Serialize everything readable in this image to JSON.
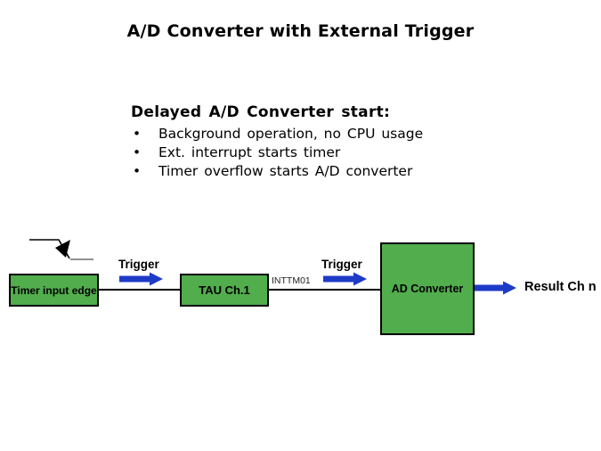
{
  "title": "A/D Converter with External Trigger",
  "info": {
    "heading": "Delayed A/D Converter start:",
    "bullets": [
      "Background operation, no CPU usage",
      "Ext. interrupt starts timer",
      "Timer overflow starts A/D converter"
    ]
  },
  "diagram": {
    "edge_symbol": "falling-edge-icon",
    "boxes": {
      "timer_input_edge": "Timer input edge",
      "tau": "TAU Ch.1",
      "ad_converter": "AD Converter"
    },
    "labels": {
      "trigger1": "Trigger",
      "trigger2": "Trigger",
      "inttm01": "INTTM01",
      "result": "Result Ch n"
    },
    "colors": {
      "box_green": "#52ad4d",
      "arrow_blue": "#1e3bc8",
      "arrow_outline": "#0d1f96",
      "line_black": "#000000",
      "edge_low_gray": "#909090"
    }
  }
}
